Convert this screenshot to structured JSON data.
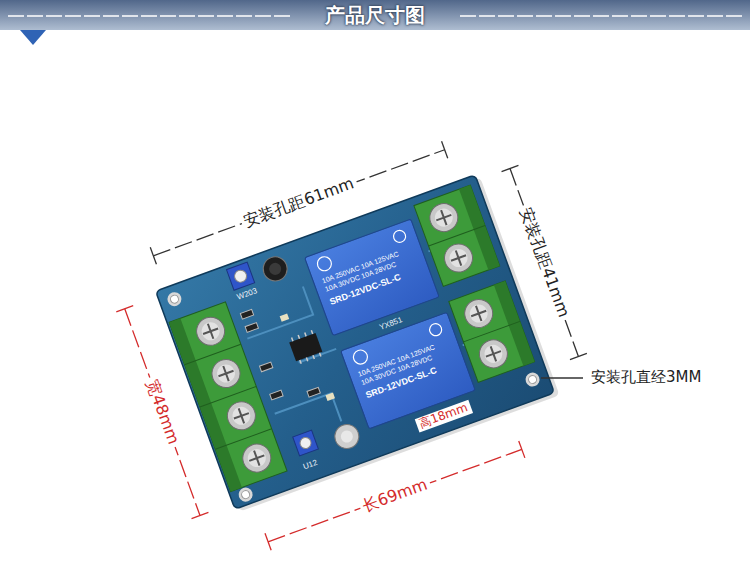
{
  "diagram": {
    "title": "产品尺寸图",
    "nodes": [
      {
        "text": [
          "10A 250VAC 10A 125VAC 10A 30VDC 10A 28VDC",
          "SRD-12VDC-SL-C"
        ]
      },
      {
        "text": [
          "10A 250VAC 10A 125VAC 10A 30VDC 10A 28VDC",
          "SRD-12VDC-SL-C"
        ]
      }
    ],
    "labels": [
      "安装孔距61mm",
      "安装孔距41mm",
      "安装孔直经3MM",
      "宽48mm",
      "高18mm",
      "长69mm",
      "W203",
      "YX851",
      "U12"
    ]
  }
}
